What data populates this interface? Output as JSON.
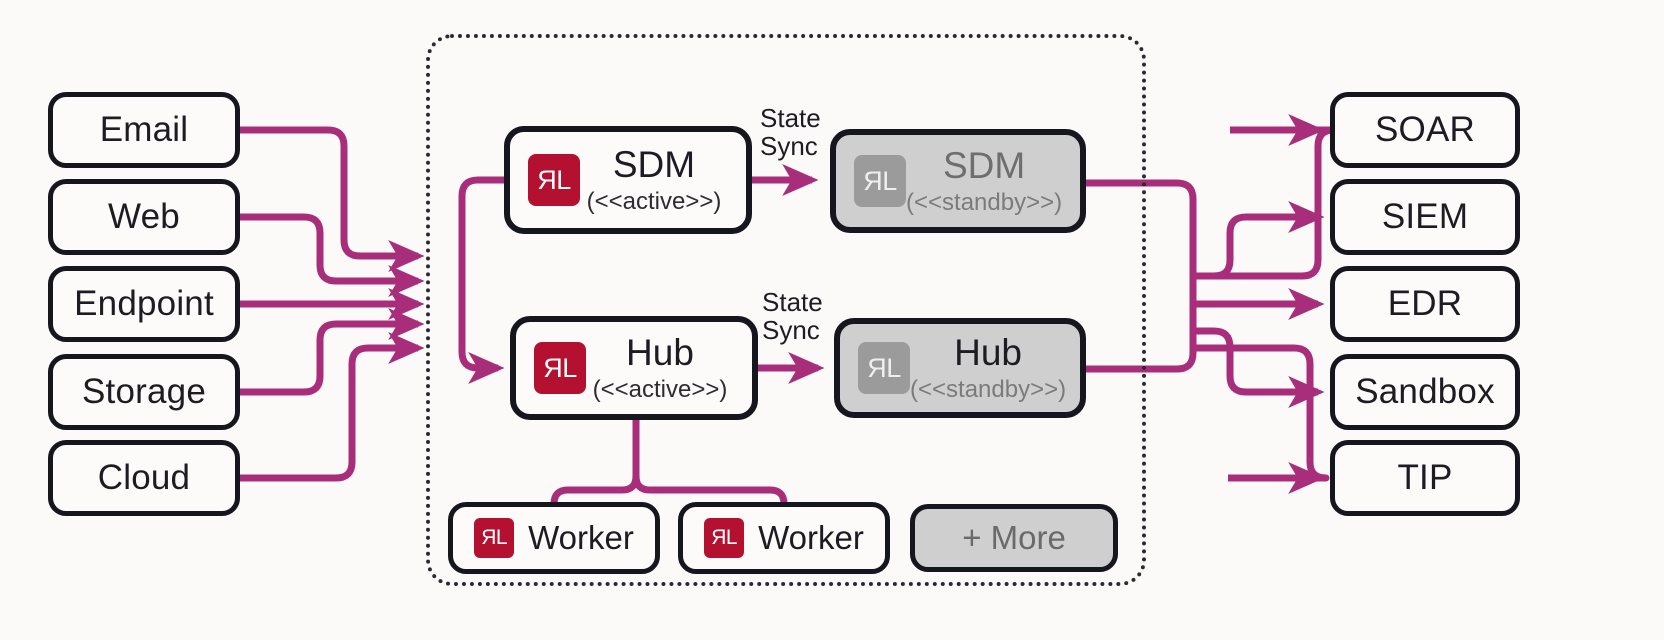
{
  "diagram": {
    "accent_color": "#a82d7a",
    "logo_color": "#b4102f",
    "standby_fill": "#cfcfcf",
    "border_color": "#16161f",
    "logo_text": "ЯL"
  },
  "inputs": {
    "items": [
      {
        "label": "Email"
      },
      {
        "label": "Web"
      },
      {
        "label": "Endpoint"
      },
      {
        "label": "Storage"
      },
      {
        "label": "Cloud"
      }
    ]
  },
  "outputs": {
    "items": [
      {
        "label": "SOAR"
      },
      {
        "label": "SIEM"
      },
      {
        "label": "EDR"
      },
      {
        "label": "Sandbox"
      },
      {
        "label": "TIP"
      }
    ]
  },
  "cluster": {
    "services": [
      {
        "name": "sdm-active",
        "title": "SDM",
        "state": "(<<active>>)",
        "logo": "ЯL",
        "standby": false
      },
      {
        "name": "sdm-standby",
        "title": "SDM",
        "state": "(<<standby>>)",
        "logo": "ЯL",
        "standby": true
      },
      {
        "name": "hub-active",
        "title": "Hub",
        "state": "(<<active>>)",
        "logo": "ЯL",
        "standby": false
      },
      {
        "name": "hub-standby",
        "title": "Hub",
        "state": "(<<standby>>)",
        "logo": "ЯL",
        "standby": true
      }
    ],
    "sync_labels": [
      {
        "text": "State\nSync"
      },
      {
        "text": "State\nSync"
      }
    ],
    "workers": [
      {
        "label": "Worker",
        "logo": "ЯL",
        "placeholder": false
      },
      {
        "label": "Worker",
        "logo": "ЯL",
        "placeholder": false
      },
      {
        "label": "+ More",
        "logo": "",
        "placeholder": true
      }
    ]
  }
}
